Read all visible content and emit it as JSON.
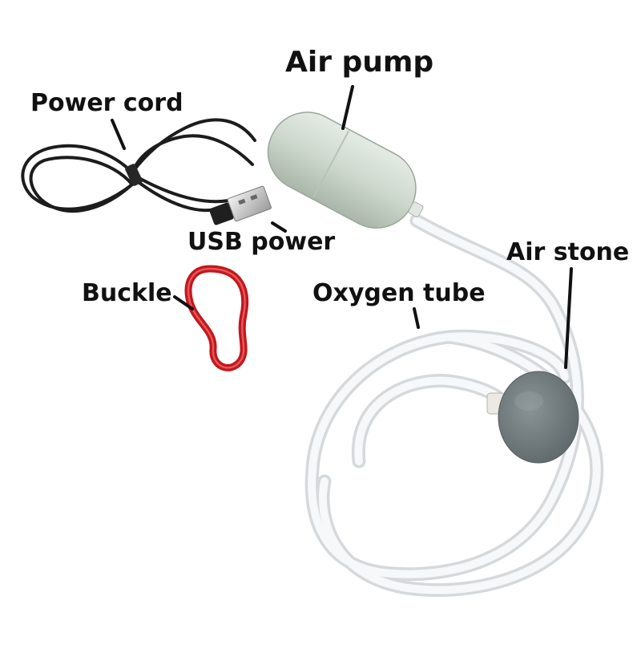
{
  "labels": {
    "air_pump": "Air pump",
    "power_cord": "Power cord",
    "usb_power": "USB power",
    "air_stone": "Air stone",
    "buckle": "Buckle",
    "oxygen_tube": "Oxygen tube"
  },
  "colors": {
    "background": "#ffffff",
    "label_text": "#111111",
    "leader_line": "#111111",
    "cord": "#1c1c1c",
    "pump_body": "#cfd9cf",
    "tube": "#e8eaec",
    "buckle": "#c0181c",
    "stone": "#6f7a7c"
  }
}
